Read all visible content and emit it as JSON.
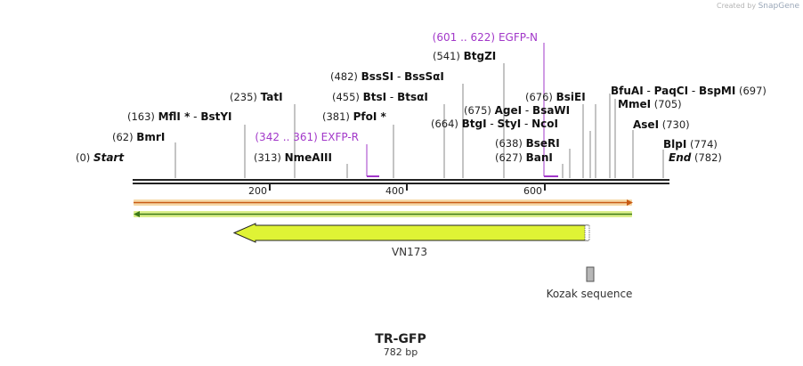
{
  "credit": {
    "prefix": "Created by",
    "brand": "SnapGene"
  },
  "sequence": {
    "name": "TR-GFP",
    "length_label": "782 bp",
    "length": 782
  },
  "ruler": {
    "ticks": [
      200,
      400,
      600
    ]
  },
  "ends": [
    {
      "pos": "(0)",
      "label": "Start"
    },
    {
      "pos": "(782)",
      "label": "End"
    }
  ],
  "enzymes": [
    {
      "pos": "(62)",
      "names": [
        "BmrI"
      ]
    },
    {
      "pos": "(163)",
      "names": [
        "MflI *",
        "BstYI"
      ]
    },
    {
      "pos": "(235)",
      "names": [
        "TatI"
      ]
    },
    {
      "pos": "(313)",
      "names": [
        "NmeAIII"
      ]
    },
    {
      "pos": "(381)",
      "names": [
        "PfoI *"
      ]
    },
    {
      "pos": "(455)",
      "names": [
        "BtsI",
        "BtsαI"
      ]
    },
    {
      "pos": "(482)",
      "names": [
        "BssSI",
        "BssSαI"
      ]
    },
    {
      "pos": "(541)",
      "names": [
        "BtgZI"
      ]
    },
    {
      "pos": "(627)",
      "names": [
        "BanI"
      ]
    },
    {
      "pos": "(638)",
      "names": [
        "BseRI"
      ]
    },
    {
      "pos": "(664)",
      "names": [
        "BtgI",
        "StyI",
        "NcoI"
      ]
    },
    {
      "pos": "(675)",
      "names": [
        "AgeI",
        "BsaWI"
      ]
    },
    {
      "pos": "(676)",
      "names": [
        "BsiEI"
      ]
    },
    {
      "pos": "(697)",
      "names": [
        "BfuAI",
        "PaqCI",
        "BspMI"
      ]
    },
    {
      "pos": "(705)",
      "names": [
        "MmeI"
      ]
    },
    {
      "pos": "(730)",
      "names": [
        "AseI"
      ]
    },
    {
      "pos": "(774)",
      "names": [
        "BlpI"
      ]
    }
  ],
  "primers": [
    {
      "range": "(342 .. 361)",
      "name": "EXFP-R"
    },
    {
      "range": "(601 .. 622)",
      "name": "EGFP-N"
    }
  ],
  "features": [
    {
      "name": "VN173",
      "start": 149,
      "end": 662,
      "direction": "reverse",
      "color": "#dff335"
    },
    {
      "name": "Kozak sequence",
      "start": 662,
      "end": 671,
      "color": "#b7b7b7"
    }
  ],
  "colors": {
    "primer": "#a238c9",
    "orf_forward": "#f5a623",
    "orf_reverse": "#7ac943"
  }
}
